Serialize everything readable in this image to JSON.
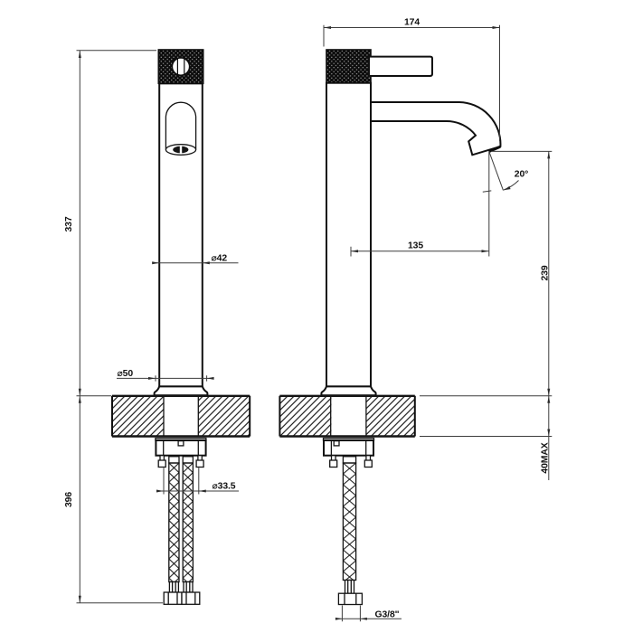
{
  "drawing": {
    "type": "technical-drawing",
    "subject": "tall single-hole basin mixer tap, front and side elevation with installation dimensions",
    "units": "mm",
    "colors": {
      "line": "#141414",
      "dimension": "#3d3d3d",
      "background": "#ffffff"
    },
    "dimensions": {
      "spout_projection": "174",
      "height_above_deck": "337",
      "length_below_deck": "396",
      "outlet_to_deck": "239",
      "deck_thickness_max": "40MAX",
      "axis_to_outlet": "135",
      "outlet_angle": "20°",
      "body_diameter": "⌀42",
      "base_diameter": "⌀50",
      "hole_diameter": "⌀33.5",
      "supply_thread": "G3/8\""
    }
  }
}
